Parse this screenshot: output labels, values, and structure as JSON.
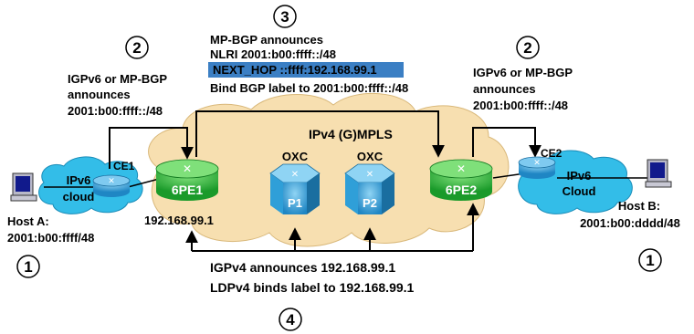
{
  "step3": {
    "number": "3",
    "line1": "MP-BGP announces",
    "line2": "NLRI 2001:b00:ffff::/48",
    "highlight": "NEXT_HOP ::ffff:192.168.99.1",
    "line4": "Bind BGP label to 2001:b00:ffff::/48"
  },
  "step2_left": {
    "number": "2",
    "line1": "IGPv6 or MP-BGP",
    "line2": "announces",
    "line3": "2001:b00:ffff::/48"
  },
  "step2_right": {
    "number": "2",
    "line1": "IGPv6 or MP-BGP",
    "line2": "announces",
    "line3": "2001:b00:ffff::/48"
  },
  "core": {
    "label": "IPv4 (G)MPLS"
  },
  "left_cloud": {
    "line1": "IPv6",
    "line2": "cloud"
  },
  "right_cloud": {
    "line1": "IPv6",
    "line2": "Cloud"
  },
  "routers": {
    "ce1": "CE1",
    "ce2": "CE2",
    "pe1": "6PE1",
    "pe2": "6PE2",
    "p1": "P1",
    "p2": "P2",
    "oxc1": "OXC",
    "oxc2": "OXC"
  },
  "pe1_address": "192.168.99.1",
  "host_a": {
    "name": "Host A:",
    "address": "2001:b00:ffff/48",
    "step": "1"
  },
  "host_b": {
    "name": "Host B:",
    "address": "2001:b00:dddd/48",
    "step": "1"
  },
  "step4": {
    "number": "4",
    "line1": "IGPv4 announces 192.168.99.1",
    "line2": "LDPv4 binds label to 192.168.99.1"
  },
  "colors": {
    "cloud_core": "#f7dfb0",
    "cloud_ipv6": "#33bde8",
    "pe_green": "#22bb33",
    "p_blue": "#2f9fd8",
    "highlight_bg": "#3b7fc4",
    "outline": "#000000"
  }
}
